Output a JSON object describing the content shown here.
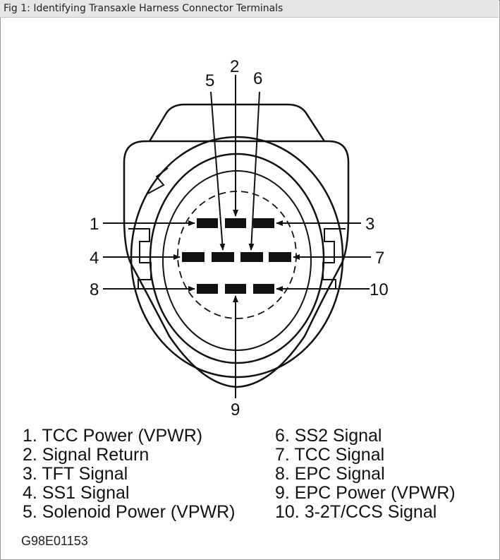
{
  "caption": "Fig 1: Identifying Transaxle Harness Connector Terminals",
  "pin_numbers": [
    "1",
    "2",
    "3",
    "4",
    "5",
    "6",
    "7",
    "8",
    "9",
    "10"
  ],
  "legend_left": [
    "1. TCC Power (VPWR)",
    "2. Signal Return",
    "3. TFT Signal",
    "4. SS1 Signal",
    "5. Solenoid Power (VPWR)"
  ],
  "legend_right": [
    "6. SS2 Signal",
    "7. TCC Signal",
    "8. EPC Signal",
    "9. EPC Power (VPWR)",
    "10. 3-2T/CCS Signal"
  ],
  "figure_code": "G98E01153"
}
